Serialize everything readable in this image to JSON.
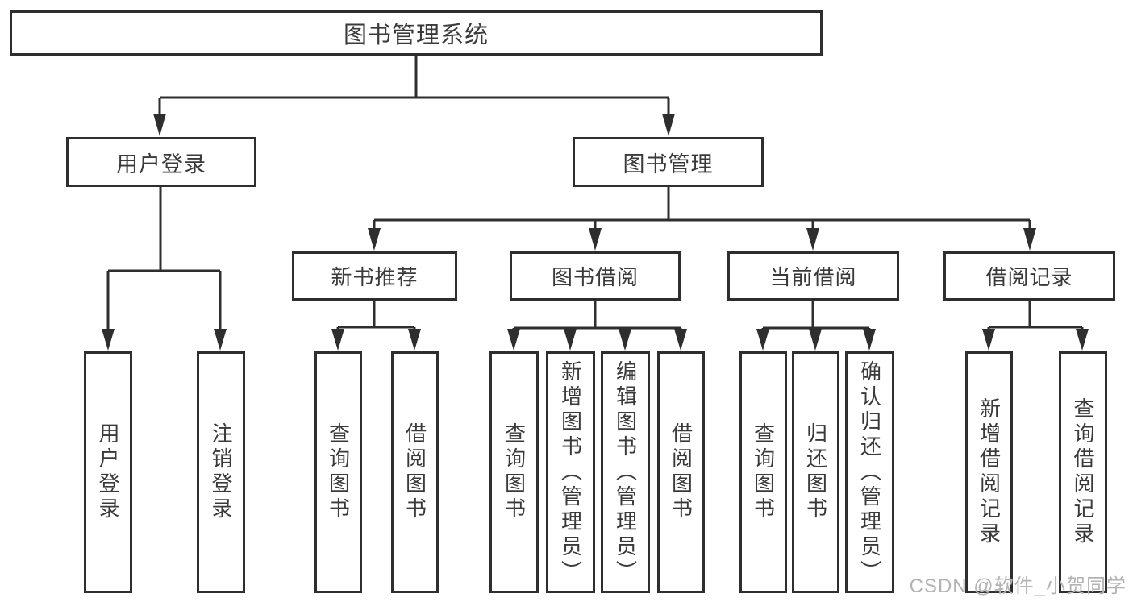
{
  "colors": {
    "line": "#2e2e2e",
    "text": "#3a3a3a",
    "background": "#ffffff",
    "watermark": "#b3b3b3"
  },
  "watermark": {
    "text": "CSDN @软件_小贺同学"
  },
  "nodes": {
    "root": {
      "label": "图书管理系统"
    },
    "user_login": {
      "label": "用户登录"
    },
    "book_management": {
      "label": "图书管理"
    },
    "new_book_recommend": {
      "label": "新书推荐"
    },
    "book_borrowing": {
      "label": "图书借阅"
    },
    "current_borrowing": {
      "label": "当前借阅"
    },
    "borrowing_records": {
      "label": "借阅记录"
    },
    "leaves": {
      "user_login": {
        "label": "用户登录"
      },
      "logout": {
        "label": "注销登录"
      },
      "recommend_query_books": {
        "label": "查询图书"
      },
      "recommend_borrow_books": {
        "label": "借阅图书"
      },
      "borrow_query_books": {
        "label": "查询图书"
      },
      "borrow_add_books": {
        "label": "新增图书（管理员）"
      },
      "borrow_edit_books": {
        "label": "编辑图书（管理员）"
      },
      "borrow_borrow_books": {
        "label": "借阅图书"
      },
      "current_query_books": {
        "label": "查询图书"
      },
      "current_return_books": {
        "label": "归还图书"
      },
      "current_confirm_return": {
        "label": "确认归还（管理员）"
      },
      "records_add_record": {
        "label": "新增借阅记录"
      },
      "records_query_record": {
        "label": "查询借阅记录"
      }
    }
  }
}
